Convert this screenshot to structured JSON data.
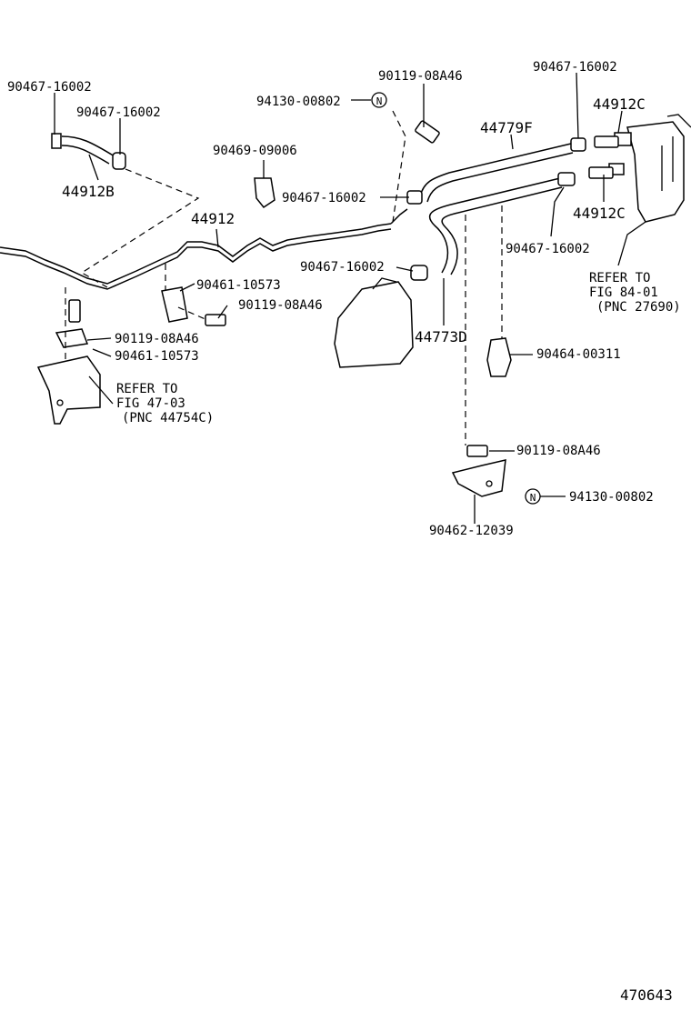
{
  "labels": {
    "l01": "90467-16002",
    "l02": "90467-16002",
    "l03": "44912B",
    "l04": "94130-00802",
    "l05": "90119-08A46",
    "l06": "90467-16002",
    "l07": "44912C",
    "l08": "44779F",
    "l09": "90469-09006",
    "l10": "90467-16002",
    "l11": "44912",
    "l12": "44912C",
    "l13": "90467-16002",
    "l14": "90461-10573",
    "l15": "90119-08A46",
    "l16": "90467-16002",
    "l17": "44773D",
    "l18": "90119-08A46",
    "l19": "90461-10573",
    "l20": "90464-00311",
    "l21": "90119-08A46",
    "l22": "94130-00802",
    "l23": "90462-12039"
  },
  "notes": {
    "ref1": [
      "REFER TO",
      "FIG 84-01",
      "(PNC 27690)"
    ],
    "ref2": [
      "REFER TO",
      "FIG 47-03",
      "(PNC 44754C)"
    ]
  },
  "nut_symbol": "N",
  "figure_number": "470643"
}
